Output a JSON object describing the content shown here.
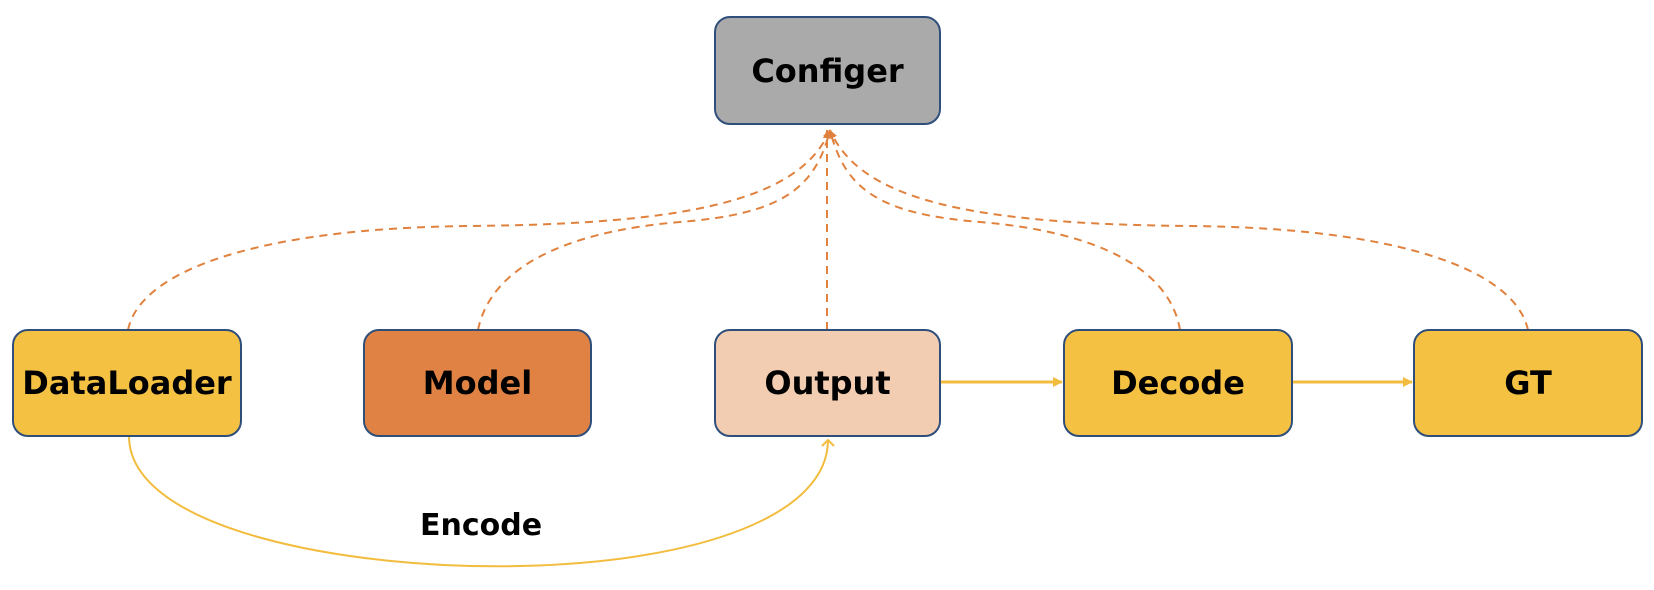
{
  "nodes": {
    "configer": {
      "label": "Configer",
      "color": "#abaaaa"
    },
    "dataloader": {
      "label": "DataLoader",
      "color": "#f4c142"
    },
    "model": {
      "label": "Model",
      "color": "#e08243"
    },
    "output": {
      "label": "Output",
      "color": "#f2cdb2"
    },
    "decode": {
      "label": "Decode",
      "color": "#f4c142"
    },
    "gt": {
      "label": "GT",
      "color": "#f4c142"
    }
  },
  "edges": {
    "encode_label": "Encode",
    "dashed_color": "#e0823e",
    "solid_color": "#f2bd3e"
  }
}
